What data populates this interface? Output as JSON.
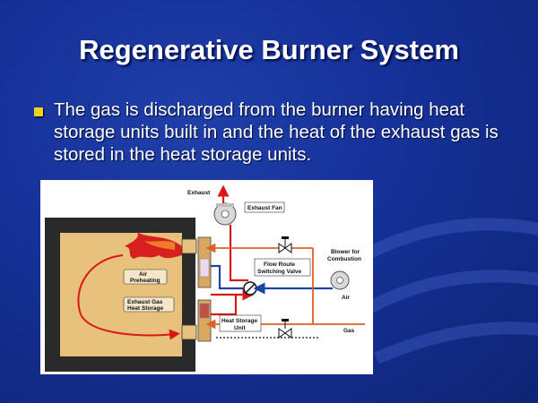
{
  "slide": {
    "title": "Regenerative Burner System",
    "bullet": "The gas is discharged from the burner having heat storage units built in and the heat of the exhaust gas is stored in the heat storage units."
  },
  "diagram": {
    "labels": {
      "exhaust": "Exhaust",
      "exhaust_fan": "Exhaust Fan",
      "blower_line1": "Blower for",
      "blower_line2": "Combustion",
      "flow_route_line1": "Flow Route",
      "flow_route_line2": "Switching Valve",
      "air": "Air",
      "gas": "Gas",
      "air_preheating_line1": "Air",
      "air_preheating_line2": "Preheating",
      "exhaust_storage_line1": "Exhaust Gas",
      "exhaust_storage_line2": "Heat Storage",
      "heat_storage_line1": "Heat Storage",
      "heat_storage_line2": "Unit"
    },
    "colors": {
      "exhaust_line": "#d81818",
      "air_line": "#1844a8",
      "gas_line": "#e0602a",
      "furnace_wall": "#2a2a2a",
      "furnace_interior": "#e8c27c",
      "flame": "#d62020"
    }
  }
}
